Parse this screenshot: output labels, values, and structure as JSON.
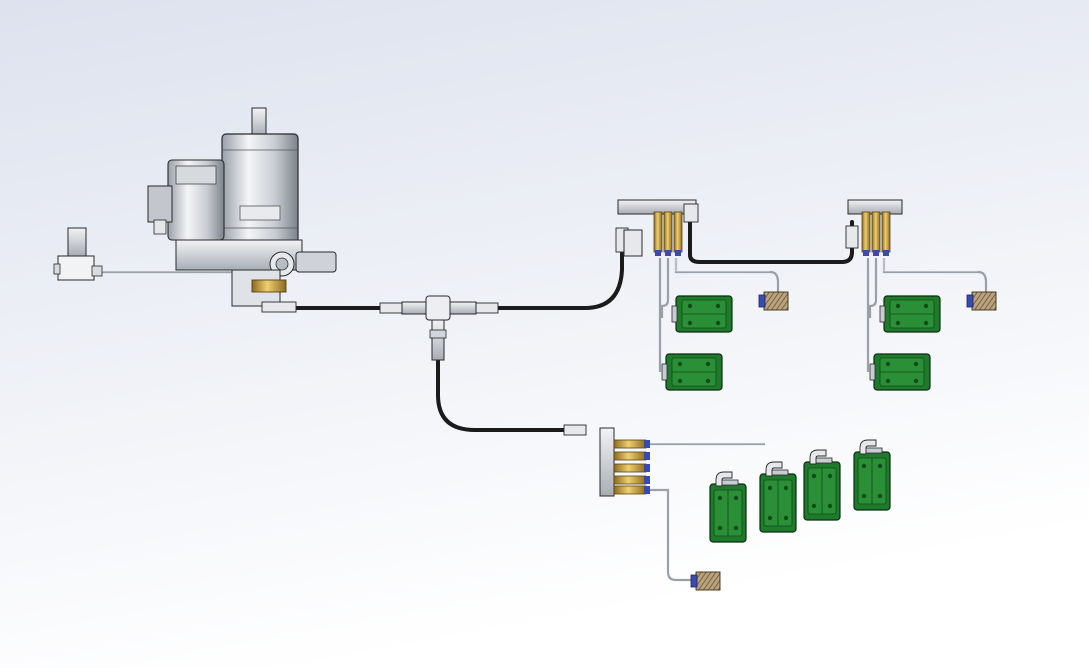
{
  "scene": {
    "type": "cad-lubrication-system-render",
    "background": {
      "top": "#dde2ee",
      "bottom": "#ffffff"
    },
    "colors": {
      "hose": "#1b1b1b",
      "tube": "#c4c8cf",
      "metal": "#cfd3d9",
      "metal_dark": "#8e939a",
      "outline": "#2a2a2a",
      "bearing_block": "#1f7a2c",
      "bearing_dark": "#0f4d18",
      "brass": "#d4a945",
      "brass_dark": "#8a6a20",
      "blue_fitting": "#3a4bb0",
      "rail_fill": "#a58f6a"
    },
    "components": {
      "pump_unit": "motor-pump-unit",
      "pressure_switch": "pressure-switch",
      "tee_junction": "tee-junction",
      "distributors": [
        "distributor-block-1",
        "distributor-block-2",
        "distributor-block-3"
      ],
      "bearing_block_count": 8,
      "rail_end_count": 3
    }
  }
}
